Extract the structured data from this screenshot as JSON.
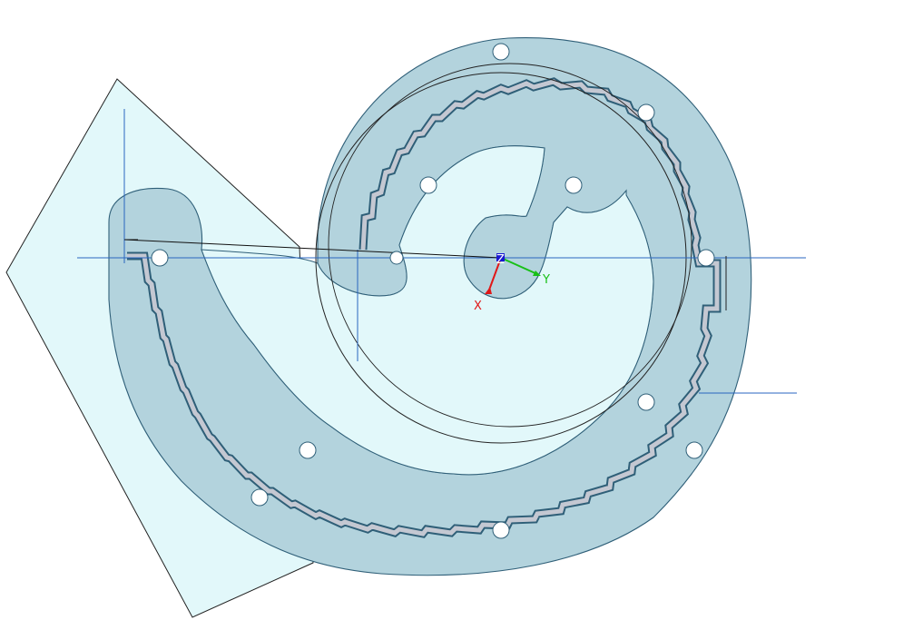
{
  "viewport": {
    "background_color": "#ffffff",
    "part_fill_color": "#b3d3dd",
    "plane_fill_color": "#e2f8fa",
    "groove_fill_color": "#c4c8d2",
    "edge_color": "#2f5f78",
    "construction_line_color": "#2a66c0"
  },
  "triad": {
    "x_label": "X",
    "y_label": "Y",
    "z_label": "Z",
    "x_color": "#e01818",
    "y_color": "#18c018",
    "z_color": "#1818d0"
  },
  "part": {
    "bolt_hole_count": 11,
    "plate_hole_count": 2
  }
}
